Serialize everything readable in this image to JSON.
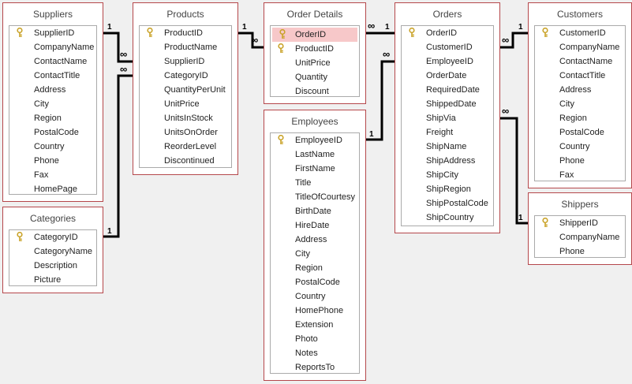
{
  "tables": {
    "suppliers": {
      "title": "Suppliers",
      "fields": [
        "SupplierID",
        "CompanyName",
        "ContactName",
        "ContactTitle",
        "Address",
        "City",
        "Region",
        "PostalCode",
        "Country",
        "Phone",
        "Fax",
        "HomePage"
      ]
    },
    "categories": {
      "title": "Categories",
      "fields": [
        "CategoryID",
        "CategoryName",
        "Description",
        "Picture"
      ]
    },
    "products": {
      "title": "Products",
      "fields": [
        "ProductID",
        "ProductName",
        "SupplierID",
        "CategoryID",
        "QuantityPerUnit",
        "UnitPrice",
        "UnitsInStock",
        "UnitsOnOrder",
        "ReorderLevel",
        "Discontinued"
      ]
    },
    "order_details": {
      "title": "Order Details",
      "fields": [
        "OrderID",
        "ProductID",
        "UnitPrice",
        "Quantity",
        "Discount"
      ]
    },
    "employees": {
      "title": "Employees",
      "fields": [
        "EmployeeID",
        "LastName",
        "FirstName",
        "Title",
        "TitleOfCourtesy",
        "BirthDate",
        "HireDate",
        "Address",
        "City",
        "Region",
        "PostalCode",
        "Country",
        "HomePhone",
        "Extension",
        "Photo",
        "Notes",
        "ReportsTo"
      ]
    },
    "orders": {
      "title": "Orders",
      "fields": [
        "OrderID",
        "CustomerID",
        "EmployeeID",
        "OrderDate",
        "RequiredDate",
        "ShippedDate",
        "ShipVia",
        "Freight",
        "ShipName",
        "ShipAddress",
        "ShipCity",
        "ShipRegion",
        "ShipPostalCode",
        "ShipCountry"
      ]
    },
    "customers": {
      "title": "Customers",
      "fields": [
        "CustomerID",
        "CompanyName",
        "ContactName",
        "ContactTitle",
        "Address",
        "City",
        "Region",
        "PostalCode",
        "Country",
        "Phone",
        "Fax"
      ]
    },
    "shippers": {
      "title": "Shippers",
      "fields": [
        "ShipperID",
        "CompanyName",
        "Phone"
      ]
    }
  },
  "relationships": {
    "one": "1",
    "many": "∞"
  },
  "colors": {
    "table_border": "#b5474b",
    "selected_field": "#f7c8c9",
    "key_icon": "#c9a227",
    "canvas": "#f0f0f0"
  }
}
